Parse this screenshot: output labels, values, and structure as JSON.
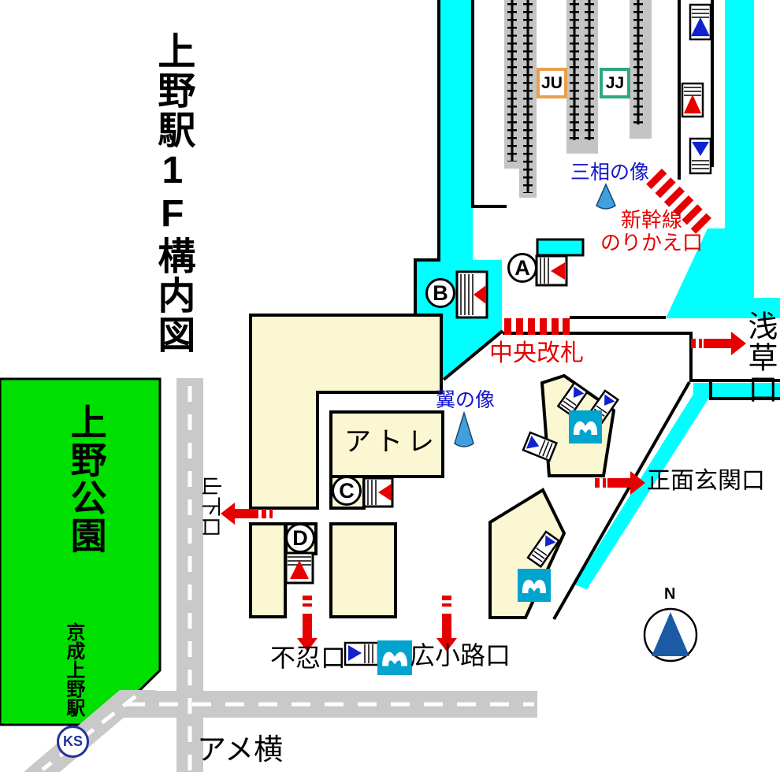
{
  "map": {
    "title": "上野駅1F構内図",
    "park": "上野公園",
    "keisei_station": "京成上野駅",
    "keisei_badge": "KS",
    "ameyoko": "アメ横",
    "line_badges": {
      "ju": "JU",
      "jj": "JJ"
    },
    "statues": {
      "sanso": "三相の像",
      "tsubasa": "翼の像"
    },
    "building": {
      "atre": "アトレ"
    },
    "gates": {
      "chuo": "中央改札",
      "shinkansen_l1": "新幹線",
      "shinkansen_l2": "のりかえ口",
      "asakusa": "浅草口",
      "shomen": "正面玄関口",
      "yamashita": "山下口",
      "shinobazu": "不忍口",
      "hirokoji": "広小路口"
    },
    "stairs": {
      "a": "A",
      "b": "B",
      "c": "C",
      "d": "D"
    },
    "compass_n": "N",
    "colors": {
      "concourse": "#00FFFF",
      "park": "#00E000",
      "building": "#FBF7D2",
      "road": "#C9C9C9",
      "platform": "#C4C4C4",
      "accent_red": "#E60000",
      "label_blue": "#1414CC",
      "metro_logo": "#00A4CE",
      "ju_border": "#E8A04C",
      "jj_border": "#2EA87E",
      "compass_blue": "#1B5AA5",
      "statue_blue": "#3FA0DC"
    }
  }
}
